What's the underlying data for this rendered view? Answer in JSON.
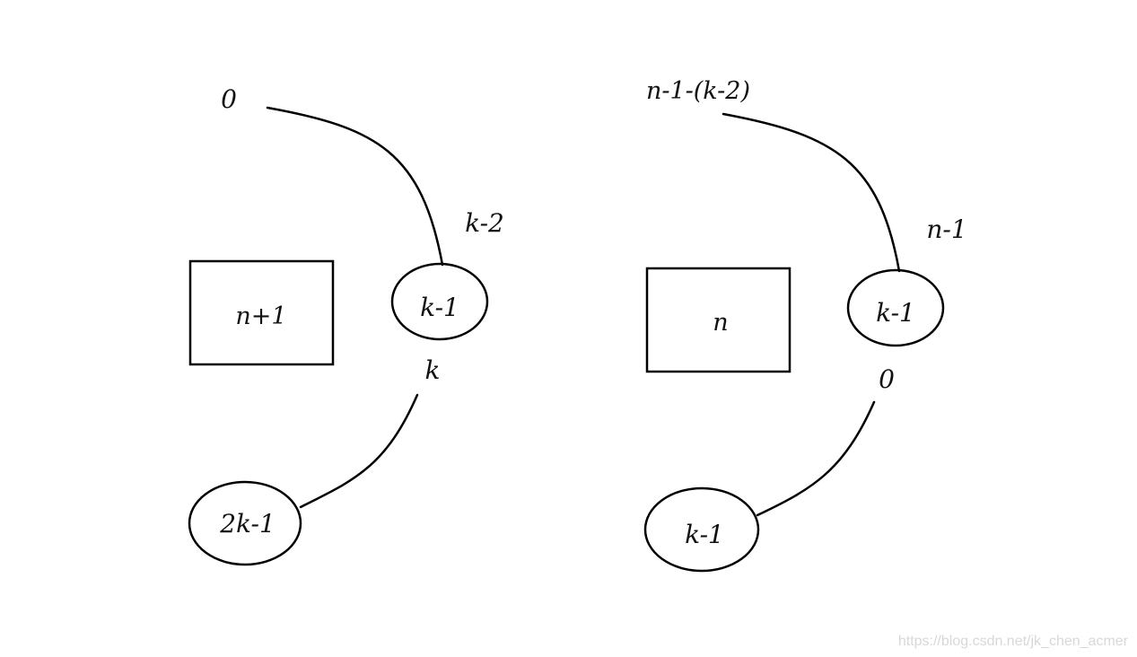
{
  "left_diagram": {
    "box_label": "n+1",
    "top_node_label": "k-1",
    "bottom_node_label": "2k-1",
    "start_label": "0",
    "upper_edge_label": "k-2",
    "lower_edge_label": "k"
  },
  "right_diagram": {
    "box_label": "n",
    "top_node_label": "k-1",
    "bottom_node_label": "k-1",
    "start_label": "n-1-(k-2)",
    "upper_edge_label": "n-1",
    "lower_edge_label": "0"
  },
  "watermark": "https://blog.csdn.net/jk_chen_acmer"
}
